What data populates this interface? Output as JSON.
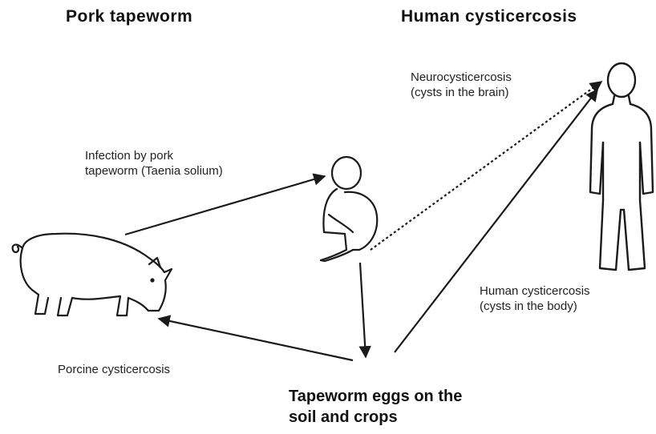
{
  "headings": {
    "left": "Pork tapeworm",
    "right": "Human cysticercosis"
  },
  "labels": {
    "neuro": "Neurocysticercosis\n(cysts in the brain)",
    "infection": "Infection by pork\ntapeworm (Taenia solium)",
    "body_cyst": "Human cysticercosis\n(cysts in the body)",
    "porcine": "Porcine cysticercosis",
    "eggs": "Tapeworm eggs on the\nsoil and crops"
  },
  "figures": {
    "pig": "pig-icon",
    "sitting_person": "sitting-person-icon",
    "standing_person": "standing-person-icon"
  },
  "colors": {
    "ink": "#1a1a1a",
    "background": "#ffffff"
  }
}
